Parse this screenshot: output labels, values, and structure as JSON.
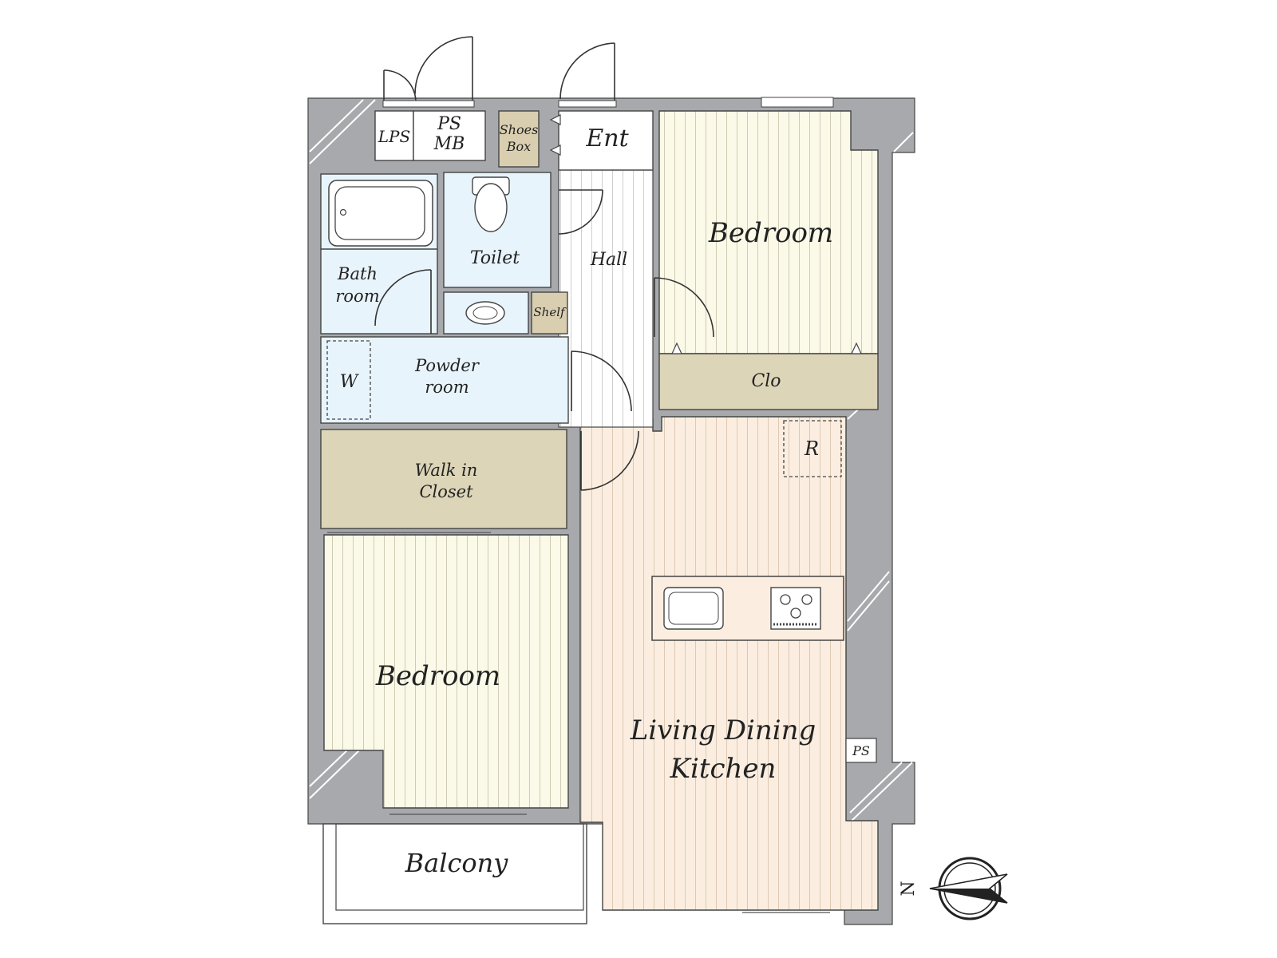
{
  "colors": {
    "wall": "#a7a9ac",
    "bedroom": "#fbf9e8",
    "ldk": "#fbeee0",
    "water": "#e8f4fb",
    "closet": "#ddd5b8",
    "shoes": "#d9cfb0",
    "hall": "#ffffff",
    "stripe": "#cdcab8"
  },
  "rooms": {
    "lps": "LPS",
    "ps_mb_1": "PS",
    "ps_mb_2": "MB",
    "shoes_box_1": "Shoes",
    "shoes_box_2": "Box",
    "entrance": "Ent",
    "bedroom_upper": "Bedroom",
    "toilet": "Toilet",
    "hall": "Hall",
    "bathroom_1": "Bath",
    "bathroom_2": "room",
    "shelf": "Shelf",
    "closet_small": "Clo",
    "washer": "W",
    "powder_1": "Powder",
    "powder_2": "room",
    "refrigerator": "R",
    "walk_in_1": "Walk in",
    "walk_in_2": "Closet",
    "bedroom_lower": "Bedroom",
    "ldk_1": "Living Dining",
    "ldk_2": "Kitchen",
    "ps_small": "PS",
    "balcony": "Balcony"
  },
  "compass": {
    "north_label": "N",
    "icon": "compass-north-arrow-icon"
  }
}
